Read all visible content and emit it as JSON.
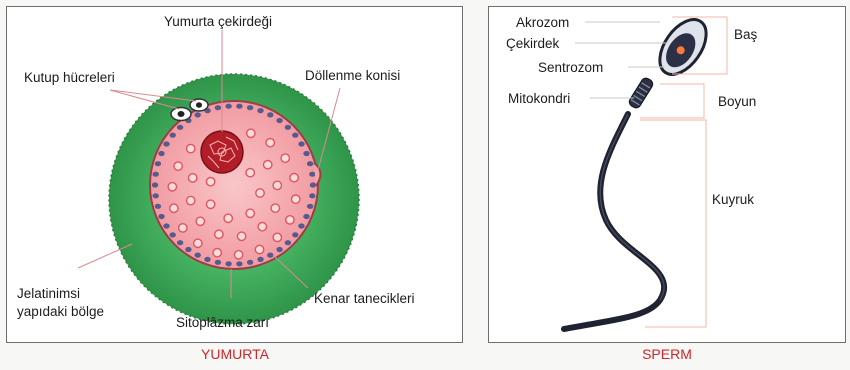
{
  "egg": {
    "caption": "YUMURTA",
    "labels": {
      "nucleus": "Yumurta çekirdeği",
      "polar_bodies": "Kutup hücreleri",
      "fertilization_cone": "Döllenme konisi",
      "jelly_line1": "Jelatinimsi",
      "jelly_line2": "yapıdaki bölge",
      "cortical_granules": "Kenar tanecikleri",
      "membrane": "Sitoplâzma zarı"
    },
    "colors": {
      "jelly": "#3aa655",
      "cytoplasm": "#f3a7ad",
      "granule": "#e2545c",
      "nucleus": "#b21e28",
      "membrane_dots": "#565a8e"
    }
  },
  "sperm": {
    "caption": "SPERM",
    "labels": {
      "acrosome": "Akrozom",
      "nucleus": "Çekirdek",
      "centrosome": "Sentrozom",
      "mitochondria": "Mitokondri",
      "head": "Baş",
      "neck": "Boyun",
      "tail": "Kuyruk"
    },
    "colors": {
      "body": "#202433",
      "acrosome": "#dfe3ea",
      "nucleus_center": "#ff7a3a",
      "bracket": "#f2b8a8"
    }
  }
}
